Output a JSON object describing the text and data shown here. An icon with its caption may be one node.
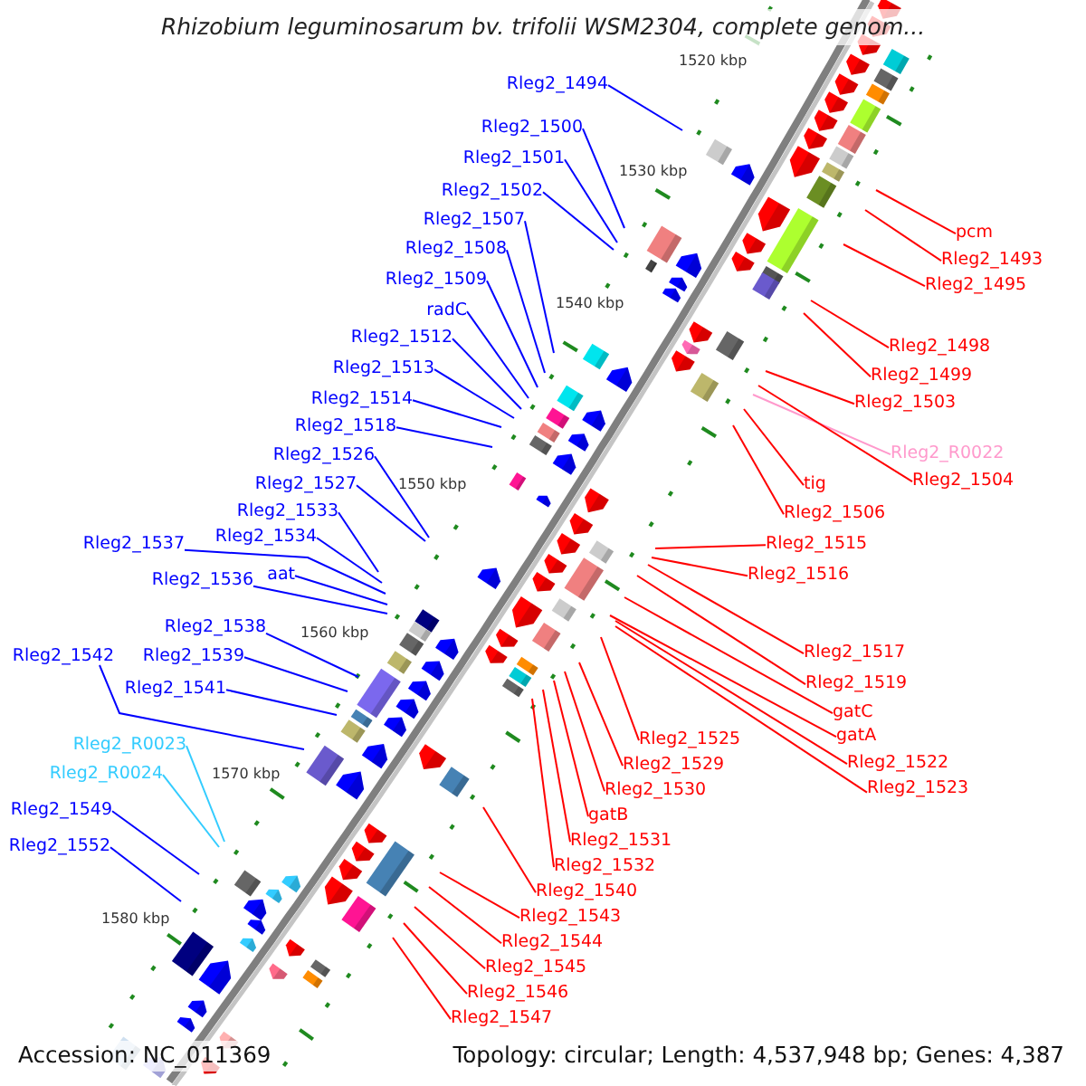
{
  "diagram": {
    "title": "Rhizobium leguminosarum bv. trifolii WSM2304, complete genom...",
    "nodes": [
      {
        "text": [
          "Rleg2_1494"
        ]
      },
      {
        "text": [
          "Rleg2_1500"
        ]
      },
      {
        "text": [
          "Rleg2_1501"
        ]
      },
      {
        "text": [
          "Rleg2_1502"
        ]
      },
      {
        "text": [
          "Rleg2_1507"
        ]
      },
      {
        "text": [
          "pcm"
        ]
      },
      {
        "text": [
          "Rleg2_1508"
        ]
      },
      {
        "text": [
          "Rleg2_1493"
        ]
      },
      {
        "text": [
          "Rleg2_1509"
        ]
      },
      {
        "text": [
          "Rleg2_1495"
        ]
      },
      {
        "text": [
          "radC"
        ]
      },
      {
        "text": [
          "Rleg2_1512"
        ]
      },
      {
        "text": [
          "Rleg2_1498"
        ]
      },
      {
        "text": [
          "Rleg2_1513"
        ]
      },
      {
        "text": [
          "Rleg2_1499"
        ]
      },
      {
        "text": [
          "Rleg2_1514"
        ]
      },
      {
        "text": [
          "Rleg2_1503"
        ]
      },
      {
        "text": [
          "Rleg2_1518"
        ]
      },
      {
        "text": [
          "Rleg2_R0022"
        ]
      },
      {
        "text": [
          "Rleg2_1526"
        ]
      },
      {
        "text": [
          "Rleg2_1504"
        ]
      },
      {
        "text": [
          "Rleg2_1527"
        ]
      },
      {
        "text": [
          "tig"
        ]
      },
      {
        "text": [
          "Rleg2_1533"
        ]
      },
      {
        "text": [
          "Rleg2_1506"
        ]
      },
      {
        "text": [
          "Rleg2_1537"
        ]
      },
      {
        "text": [
          "Rleg2_1534"
        ]
      },
      {
        "text": [
          "Rleg2_1515"
        ]
      },
      {
        "text": [
          "Rleg2_1536"
        ]
      },
      {
        "text": [
          "aat"
        ]
      },
      {
        "text": [
          "Rleg2_1516"
        ]
      },
      {
        "text": [
          "Rleg2_1538"
        ]
      },
      {
        "text": [
          "Rleg2_1542"
        ]
      },
      {
        "text": [
          "Rleg2_1539"
        ]
      },
      {
        "text": [
          "Rleg2_1517"
        ]
      },
      {
        "text": [
          "Rleg2_1541"
        ]
      },
      {
        "text": [
          "Rleg2_1525"
        ]
      },
      {
        "text": [
          "Rleg2_1519"
        ]
      },
      {
        "text": [
          "gatC"
        ]
      },
      {
        "text": [
          "gatA"
        ]
      },
      {
        "text": [
          "Rleg2_1529"
        ]
      },
      {
        "text": [
          "Rleg2_R0023"
        ]
      },
      {
        "text": [
          "Rleg2_1530"
        ]
      },
      {
        "text": [
          "gatB"
        ]
      },
      {
        "text": [
          "Rleg2_1522"
        ]
      },
      {
        "text": [
          "Rleg2_R0024"
        ]
      },
      {
        "text": [
          "Rleg2_1523"
        ]
      },
      {
        "text": [
          "Rleg2_1531"
        ]
      },
      {
        "text": [
          "Rleg2_1549"
        ]
      },
      {
        "text": [
          "Rleg2_1532"
        ]
      },
      {
        "text": [
          "Rleg2_1552"
        ]
      },
      {
        "text": [
          "Rleg2_1540"
        ]
      },
      {
        "text": [
          "Rleg2_1543"
        ]
      },
      {
        "text": [
          "Rleg2_1544"
        ]
      },
      {
        "text": [
          "Rleg2_1545"
        ]
      },
      {
        "text": [
          "Rleg2_1546"
        ]
      },
      {
        "text": [
          "Rleg2_1547"
        ]
      }
    ],
    "edges": [
      {
        "from": 0,
        "to": null,
        "arrow": "none",
        "color": "#0000ff"
      },
      {
        "from": 1,
        "to": null,
        "arrow": "none",
        "color": "#0000ff"
      },
      {
        "from": 2,
        "to": null,
        "arrow": "none",
        "color": "#0000ff"
      },
      {
        "from": 3,
        "to": null,
        "arrow": "none",
        "color": "#0000ff"
      },
      {
        "from": 4,
        "to": null,
        "arrow": "none",
        "color": "#0000ff"
      },
      {
        "from": 5,
        "to": null,
        "arrow": "none"
      },
      {
        "from": 6,
        "to": null,
        "arrow": "none",
        "color": "#0000ff"
      },
      {
        "from": 7,
        "to": null,
        "arrow": "none"
      },
      {
        "from": 8,
        "to": null,
        "arrow": "none",
        "color": "#0000ff"
      },
      {
        "from": 9,
        "to": null,
        "arrow": "none"
      },
      {
        "from": 10,
        "to": null,
        "arrow": "none",
        "color": "#0000ff"
      },
      {
        "from": 11,
        "to": null,
        "arrow": "none",
        "color": "#0000ff"
      },
      {
        "from": 12,
        "to": null,
        "arrow": "none"
      },
      {
        "from": 13,
        "to": null,
        "arrow": "none",
        "color": "#0000ff"
      },
      {
        "from": 14,
        "to": null,
        "arrow": "none"
      },
      {
        "from": 15,
        "to": null,
        "arrow": "none",
        "color": "#0000ff"
      },
      {
        "from": 16,
        "to": null,
        "arrow": "none"
      },
      {
        "from": 17,
        "to": null,
        "arrow": "none",
        "color": "#0000ff"
      },
      {
        "from": 18,
        "to": null,
        "arrow": "none",
        "color": "#ff99cc"
      },
      {
        "from": 19,
        "to": null,
        "arrow": "none",
        "color": "#0000ff"
      },
      {
        "from": 20,
        "to": null,
        "arrow": "none"
      },
      {
        "from": 21,
        "to": null,
        "arrow": "none",
        "color": "#0000ff"
      },
      {
        "from": 22,
        "to": null,
        "arrow": "none"
      },
      {
        "from": 23,
        "to": null,
        "arrow": "none",
        "color": "#0000ff"
      },
      {
        "from": 24,
        "to": null,
        "arrow": "none"
      },
      {
        "from": 25,
        "to": null,
        "arrow": "none",
        "color": "#0000ff"
      },
      {
        "from": 26,
        "to": null,
        "arrow": "none",
        "color": "#0000ff"
      },
      {
        "from": 27,
        "to": null,
        "arrow": "none"
      },
      {
        "from": 28,
        "to": null,
        "arrow": "none",
        "color": "#0000ff"
      },
      {
        "from": 29,
        "to": null,
        "arrow": "none",
        "color": "#0000ff"
      },
      {
        "from": 30,
        "to": null,
        "arrow": "none"
      },
      {
        "from": 31,
        "to": null,
        "arrow": "none",
        "color": "#0000ff"
      },
      {
        "from": 32,
        "to": null,
        "arrow": "none",
        "color": "#0000ff"
      },
      {
        "from": 33,
        "to": null,
        "arrow": "none",
        "color": "#0000ff"
      },
      {
        "from": 34,
        "to": null,
        "arrow": "none"
      },
      {
        "from": 35,
        "to": null,
        "arrow": "none",
        "color": "#0000ff"
      },
      {
        "from": 36,
        "to": null,
        "arrow": "none"
      },
      {
        "from": 37,
        "to": null,
        "arrow": "none"
      },
      {
        "from": 38,
        "to": null,
        "arrow": "none"
      },
      {
        "from": 39,
        "to": null,
        "arrow": "none"
      },
      {
        "from": 40,
        "to": null,
        "arrow": "none"
      },
      {
        "from": 41,
        "to": null,
        "arrow": "none",
        "color": "#33ccff"
      },
      {
        "from": 42,
        "to": null,
        "arrow": "none"
      },
      {
        "from": 43,
        "to": null,
        "arrow": "none"
      },
      {
        "from": 44,
        "to": null,
        "arrow": "none"
      },
      {
        "from": 45,
        "to": null,
        "arrow": "none",
        "color": "#33ccff"
      },
      {
        "from": 46,
        "to": null,
        "arrow": "none"
      },
      {
        "from": 47,
        "to": null,
        "arrow": "none"
      },
      {
        "from": 48,
        "to": null,
        "arrow": "none",
        "color": "#0000ff"
      },
      {
        "from": 49,
        "to": null,
        "arrow": "none"
      },
      {
        "from": 50,
        "to": null,
        "arrow": "none",
        "color": "#0000ff"
      },
      {
        "from": 51,
        "to": null,
        "arrow": "none"
      },
      {
        "from": 52,
        "to": null,
        "arrow": "none"
      },
      {
        "from": 53,
        "to": null,
        "arrow": "none"
      },
      {
        "from": 54,
        "to": null,
        "arrow": "none"
      },
      {
        "from": 55,
        "to": null,
        "arrow": "none"
      },
      {
        "from": 56,
        "to": null,
        "arrow": "none"
      }
    ],
    "labels": [
      "1520 kbp",
      "1530 kbp",
      "1540 kbp",
      "1550 kbp",
      "1560 kbp",
      "1570 kbp",
      "1580 kbp",
      "Accession: NC_011369",
      "Topology: circular; Length: 4,537,948 bp; Genes: 4,387"
    ]
  }
}
